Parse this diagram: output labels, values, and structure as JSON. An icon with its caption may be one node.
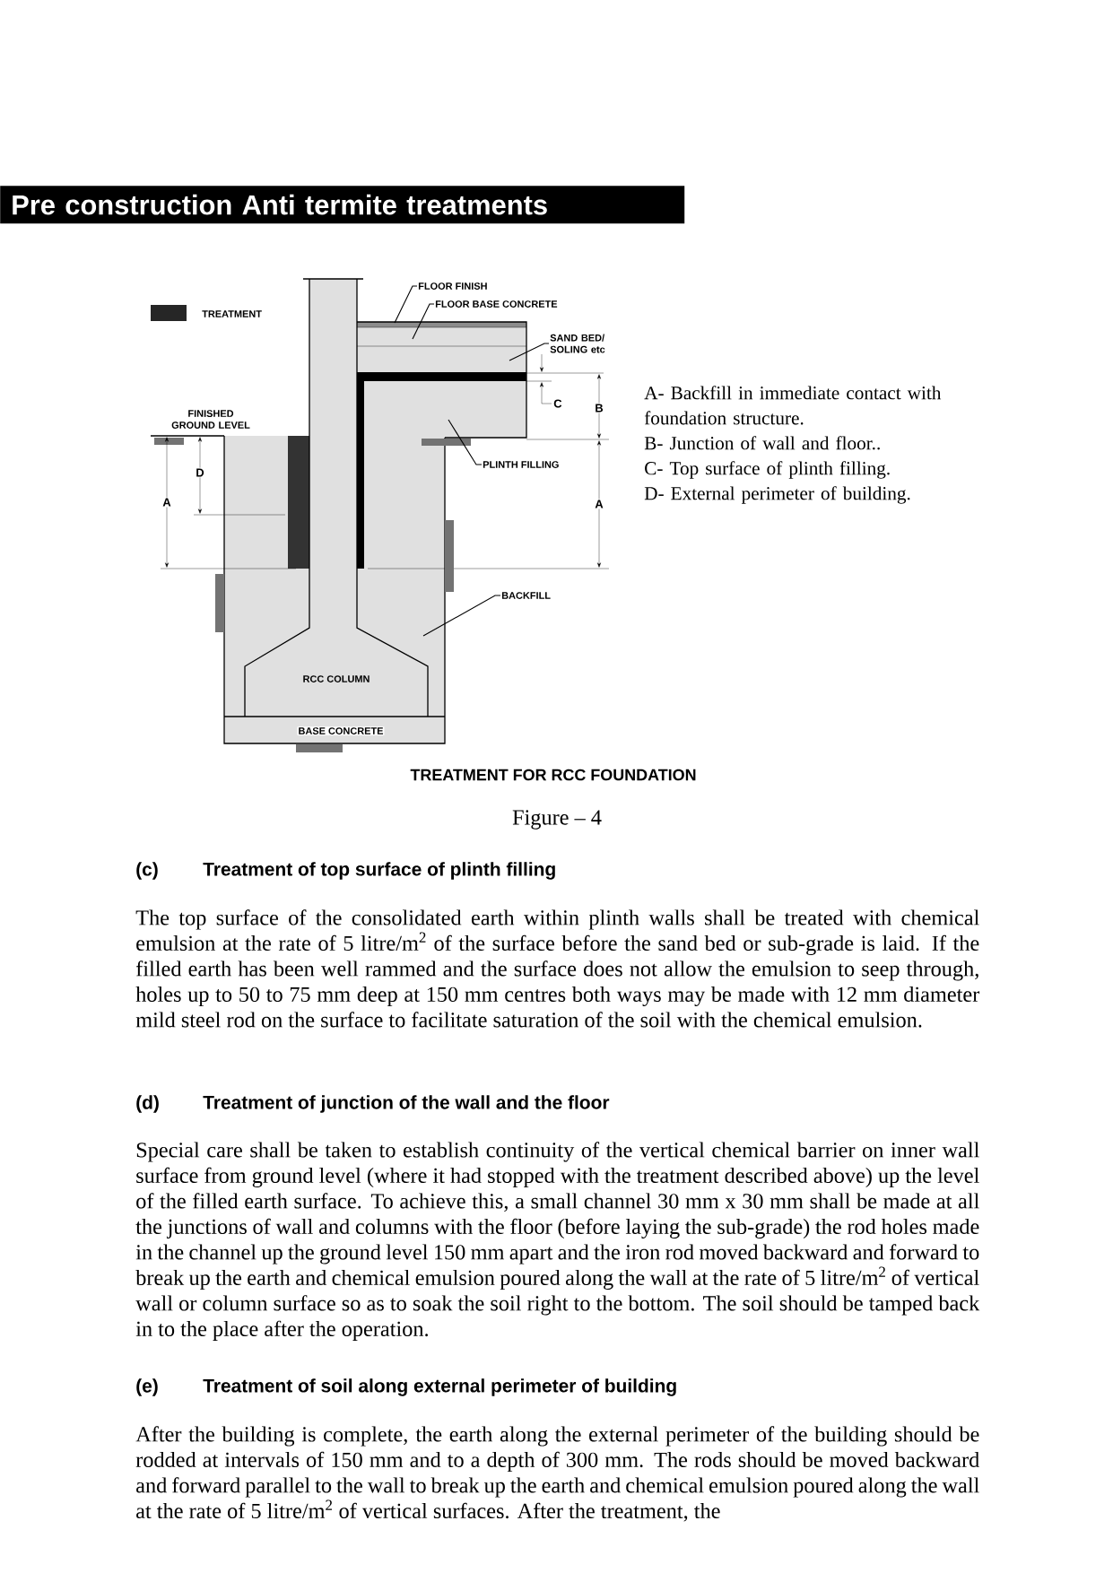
{
  "diagram": {
    "title": "Pre construction  Anti termite treatments",
    "caption": "TREATMENT FOR RCC FOUNDATION",
    "nodes": [
      {
        "text": [
          "FLOOR FINISH"
        ]
      },
      {
        "text": [
          "FLOOR BASE CONCRETE"
        ]
      },
      {
        "text": [
          "SAND BED/ SOLING etc"
        ]
      },
      {
        "text": [
          "PLINTH FILLING"
        ]
      },
      {
        "text": [
          "BACKFILL"
        ]
      }
    ],
    "edges": [
      {
        "from": 0,
        "to": null,
        "arrow": "none"
      },
      {
        "from": 1,
        "to": null,
        "arrow": "none"
      },
      {
        "from": 2,
        "to": null,
        "arrow": "none"
      },
      {
        "from": 3,
        "to": null,
        "arrow": "none"
      },
      {
        "from": 4,
        "to": null,
        "arrow": "none"
      }
    ],
    "labels": [
      "FINISHED GROUND LEVEL",
      "C",
      "B",
      "D",
      "A",
      "A",
      "RCC COLUMN",
      "BASE CONCRETE",
      "A- Backfill in immediate contact with foundation structure.",
      "B- Junction of wall and floor..",
      "C- Top surface of plinth filling.",
      "D- External perimeter of building.",
      "Figure – 4",
      "(c)",
      "Treatment of top surface of plinth filling",
      "The top surface of the consolidated earth within plinth walls shall be treated with chemical emulsion at the rate of 5 litre/m$^{2}$ of the surface before the sand bed or sub-grade is laid. If the filled earth has been well rammed and the surface does not allow the emulsion to seep through, holes up to 50 to 75 mm deep at 150 mm centres both ways may be made with 12 mm diameter mild steel rod on the surface to facilitate saturation of the soil with the chemical emulsion.",
      "(d)",
      "Treatment of junction of the wall and the floor",
      "Special care shall be taken to establish continuity of the vertical chemical barrier on inner wall surface from ground level (where it had stopped with the treatment described above) up the level of the filled earth surface. To achieve this, a small channel 30 mm x 30 mm shall be made at all the junctions of wall and columns with the floor (before laying the sub-grade) the rod holes made in the channel up the ground level 150 mm apart and the iron rod moved backward and forward to break up the earth and chemical emulsion poured along the wall at the rate of 5 litre/m$^{2}$ of vertical wall or column surface so as to soak the soil right to the bottom. The soil should be tamped back in to the place after the operation.",
      "(e)",
      "Treatment of soil along external perimeter of building",
      "After the building is complete, the earth along the external perimeter of the building should be rodded at intervals of 150 mm and to a depth of 300 mm. The rods should be moved backward and forward parallel to the wall to break up the earth and chemical emulsion poured along the wall at the rate of 5 litre/m$^{2}$ of vertical surfaces. After the treatment, the"
    ],
    "legend": [
      {
        "text": "TREATMENT"
      }
    ]
  }
}
